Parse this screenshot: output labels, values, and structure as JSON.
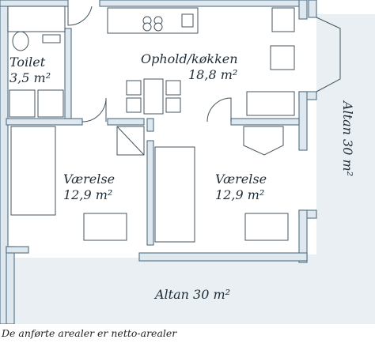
{
  "plan": {
    "wall_color": "#5d7a8e",
    "wall_face": "#dfe8ee",
    "balcony_fill": "#e9eff3",
    "furniture_stroke": "#44565f",
    "rooms": {
      "toilet": {
        "name": "Toilet",
        "area": "3,5 m²"
      },
      "living": {
        "name": "Ophold/køkken",
        "area": "18,8 m²"
      },
      "bedroom_left": {
        "name": "Værelse",
        "area": "12,9 m²"
      },
      "bedroom_right": {
        "name": "Værelse",
        "area": "12,9 m²"
      },
      "balcony_side": {
        "label": "Altan 30 m²"
      },
      "balcony_bottom": {
        "label": "Altan 30 m²"
      }
    }
  },
  "footnote": "De anførte arealer er netto-arealer"
}
